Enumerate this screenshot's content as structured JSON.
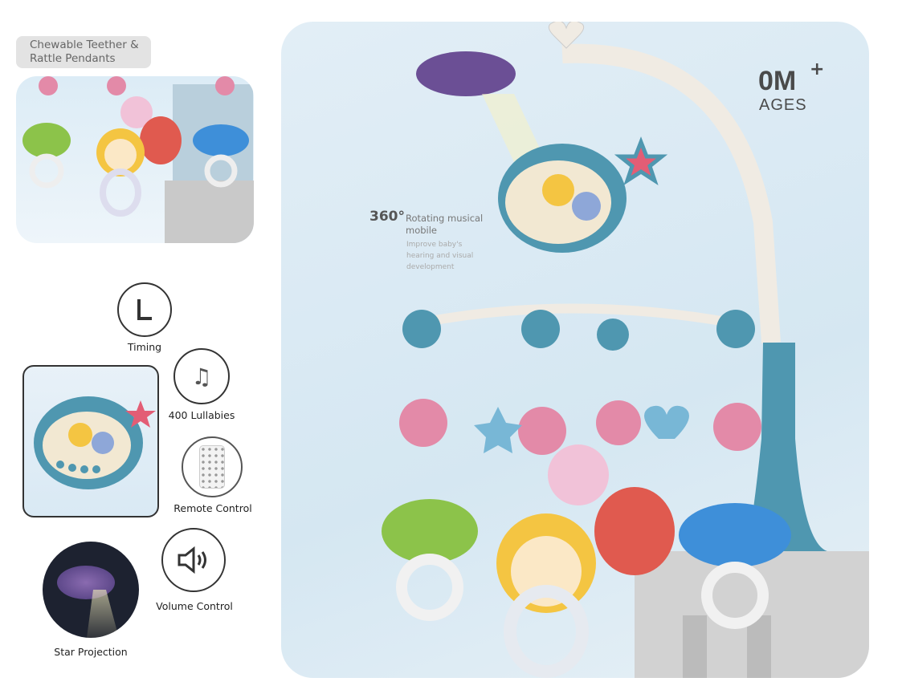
{
  "left_panel": {
    "pendants_title": "Chewable Teether & Rattle Pendants",
    "features": [
      {
        "label": "Timing",
        "icon": "clock-l-icon"
      },
      {
        "label": "400 Lullabies",
        "icon": "music-notes-icon"
      },
      {
        "label": "Remote Control",
        "icon": "remote-icon"
      },
      {
        "label": "Volume Control",
        "icon": "speaker-icon"
      },
      {
        "label": "Star Projection",
        "icon": "projection-icon"
      }
    ]
  },
  "main_panel": {
    "age_value": "0M",
    "age_plus": "+",
    "age_label": "AGES",
    "rotation_degrees": "360°",
    "rotation_title": "Rotating musical mobile",
    "rotation_description": "Improve baby's hearing and visual development"
  },
  "colors": {
    "teal": "#4f97b0",
    "pink": "#e38aa8",
    "background": "#dbeaf4"
  }
}
